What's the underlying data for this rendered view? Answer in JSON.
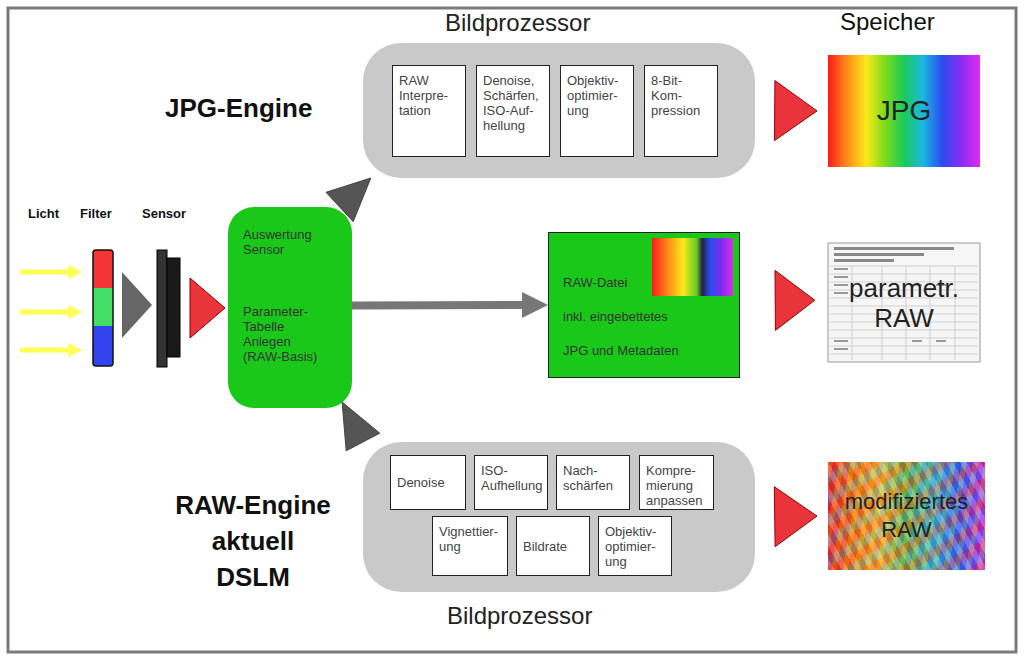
{
  "diagram": {
    "nodes": [
      {
        "text": [
          "Bildprozessor"
        ]
      },
      {
        "text": [
          "RAW Interpre- tation"
        ],
        "in": 0
      },
      {
        "text": [
          "Denoise, Schärfen, ISO-Auf- hellung"
        ],
        "in": 0
      },
      {
        "text": [
          "Objektiv- optimier- ung"
        ],
        "in": 0
      },
      {
        "text": [
          "8-Bit- Kom- pression"
        ],
        "in": 0
      },
      {
        "text": [
          "JPG"
        ]
      },
      {
        "text": [
          "Auswertung Sensor",
          "Parameter- Tabelle Anlegen (RAW-Basis)"
        ]
      },
      {
        "text": [
          "RAW-Datei",
          "inkl. eingebettetes",
          "JPG und Metadaten"
        ]
      },
      {
        "text": [
          "parametr. RAW"
        ]
      },
      {
        "text": [
          "Bildprozessor"
        ]
      },
      {
        "text": [
          "Denoise"
        ],
        "in": 9
      },
      {
        "text": [
          "ISO- Aufhellung"
        ],
        "in": 9
      },
      {
        "text": [
          "Nach- schärfen"
        ],
        "in": 9
      },
      {
        "text": [
          "Kompre- mierung anpassen"
        ],
        "in": 9
      },
      {
        "text": [
          "Vignettier- ung"
        ],
        "in": 9
      },
      {
        "text": [
          "Bildrate"
        ],
        "in": 9
      },
      {
        "text": [
          "Objektiv- optimier- ung"
        ],
        "in": 9
      },
      {
        "text": [
          "modifiziertes RAW"
        ]
      }
    ],
    "edges": [
      {
        "from": 6,
        "to": 0,
        "arrow": "to"
      },
      {
        "from": 0,
        "to": 5,
        "arrow": "to"
      },
      {
        "from": 6,
        "to": 7,
        "arrow": "to"
      },
      {
        "from": 7,
        "to": 8,
        "arrow": "to"
      },
      {
        "from": 9,
        "to": 6,
        "arrow": "to"
      },
      {
        "from": 9,
        "to": 17,
        "arrow": "to"
      }
    ],
    "labels": [
      "Speicher",
      "JPG-Engine",
      "Licht",
      "Filter",
      "Sensor",
      "RAW-Engine aktuell DSLM"
    ]
  }
}
